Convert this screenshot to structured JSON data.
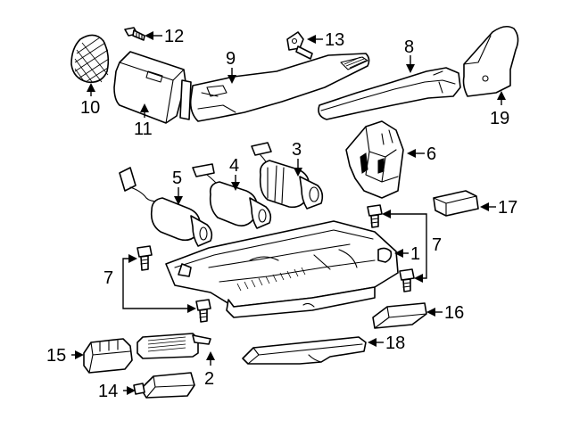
{
  "callouts": {
    "c1": "1",
    "c2": "2",
    "c3": "3",
    "c4": "4",
    "c5": "5",
    "c6": "6",
    "c7_right": "7",
    "c7_left": "7",
    "c8": "8",
    "c9": "9",
    "c10": "10",
    "c11": "11",
    "c12": "12",
    "c13": "13",
    "c14": "14",
    "c15": "15",
    "c16": "16",
    "c17": "17",
    "c18": "18",
    "c19": "19"
  },
  "colors": {
    "line": "#000000",
    "background": "#ffffff"
  }
}
